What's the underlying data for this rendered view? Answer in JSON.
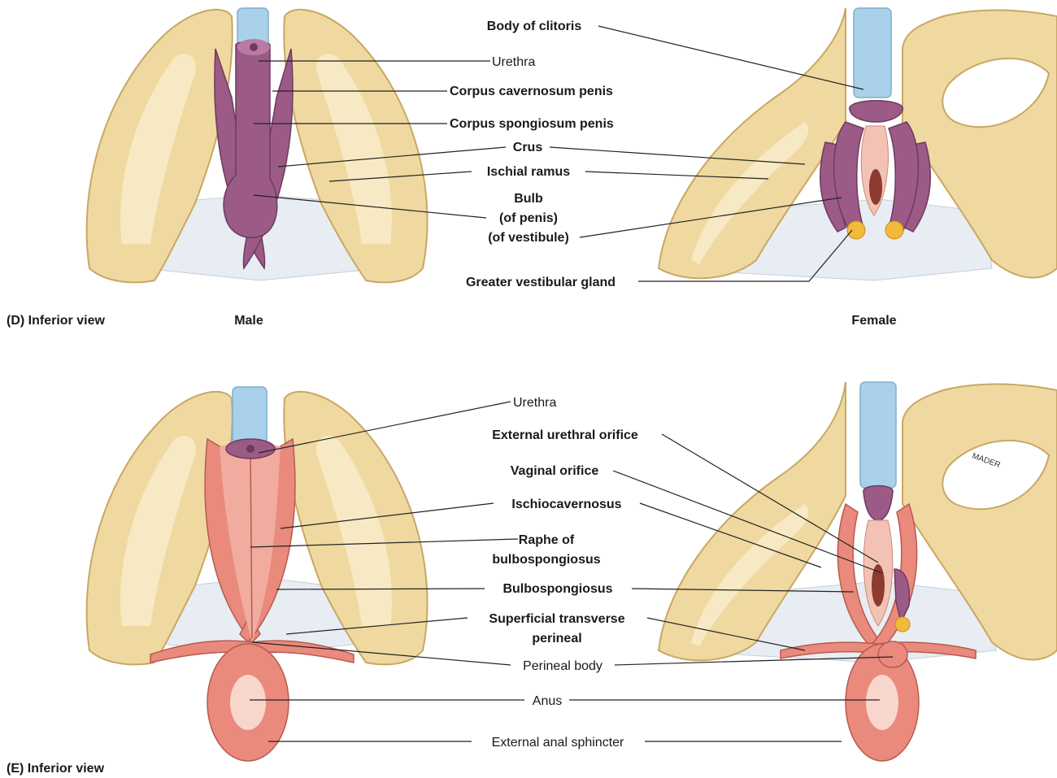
{
  "panel_d": {
    "caption": "(D) Inferior view",
    "male_label": "Male",
    "female_label": "Female",
    "labels": {
      "body_of_clitoris": "Body of clitoris",
      "urethra": "Urethra",
      "corpus_cavernosum": "Corpus cavernosum penis",
      "corpus_spongiosum": "Corpus spongiosum penis",
      "crus": "Crus",
      "ischial_ramus": "Ischial ramus",
      "bulb": "Bulb",
      "of_penis": "(of penis)",
      "of_vestibule": "(of vestibule)",
      "greater_vestibular_gland": "Greater vestibular gland"
    }
  },
  "panel_e": {
    "caption": "(E) Inferior view",
    "artist_signature": "MADER",
    "labels": {
      "urethra": "Urethra",
      "external_urethral_orifice": "External urethral orifice",
      "vaginal_orifice": "Vaginal orifice",
      "ischiocavernosus": "Ischiocavernosus",
      "raphe_line1": "Raphe of",
      "raphe_line2": "bulbospongiosus",
      "bulbospongiosus": "Bulbospongiosus",
      "superficial_transverse_line1": "Superficial transverse",
      "superficial_transverse_line2": "perineal",
      "perineal_body": "Perineal body",
      "anus": "Anus",
      "external_anal_sphincter": "External anal sphincter"
    }
  }
}
